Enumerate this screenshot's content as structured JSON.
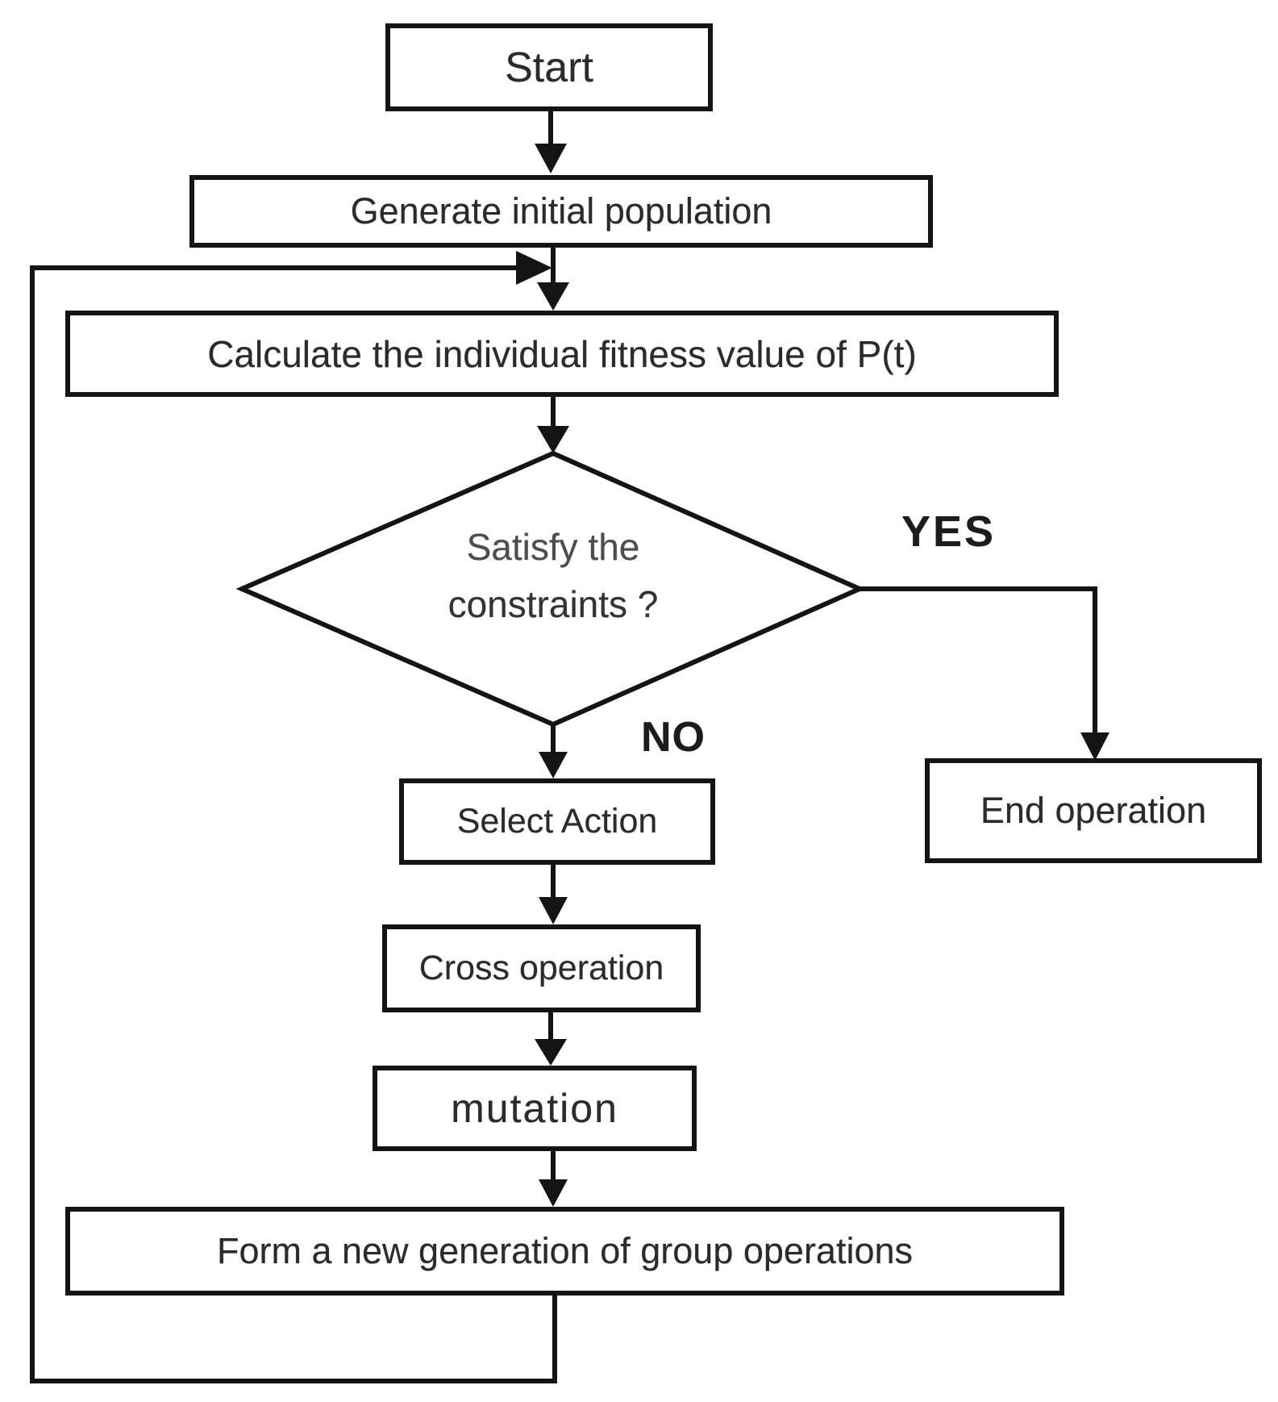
{
  "figure": {
    "title": "Genetic algorithm flowchart",
    "background_color": "#ffffff",
    "line_color": "#141414",
    "text_color": "#2b2b2b"
  },
  "nodes": {
    "start": {
      "label": "Start"
    },
    "generate": {
      "label": "Generate initial population"
    },
    "calculate": {
      "label": "Calculate the individual fitness value of P(t)"
    },
    "decision": {
      "line1": "Satisfy the",
      "line2": "constraints ?"
    },
    "select": {
      "label": "Select Action"
    },
    "cross": {
      "label": "Cross operation"
    },
    "mutation": {
      "label": "mutation"
    },
    "form": {
      "label": "Form a new generation of group operations"
    },
    "end": {
      "label": "End operation"
    }
  },
  "edges": {
    "yes_label": "YES",
    "no_label": "NO"
  }
}
